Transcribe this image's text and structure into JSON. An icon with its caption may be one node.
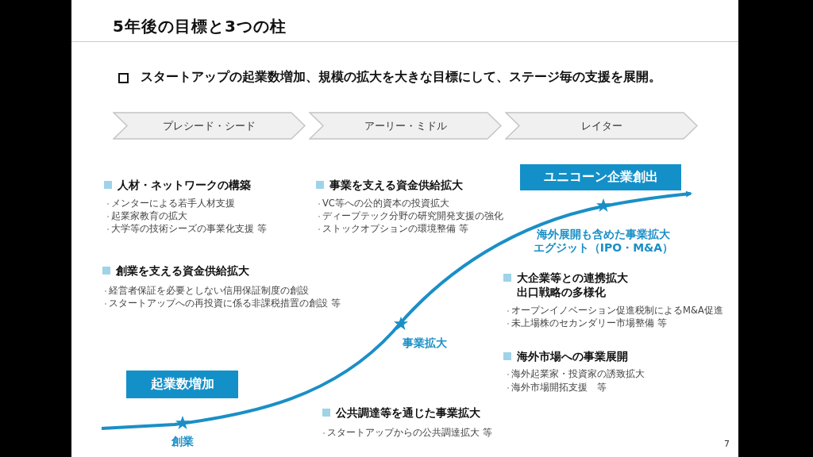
{
  "diagram": {
    "title": "5年後の目標と3つの柱",
    "nodes": [
      {
        "text": [
          "プレシード・シード"
        ]
      },
      {
        "text": [
          "アーリー・ミドル"
        ]
      },
      {
        "text": [
          "レイター"
        ]
      },
      {
        "text": [
          "ユニコーン企業創出"
        ]
      },
      {
        "text": [
          "起業数増加"
        ]
      }
    ],
    "labels": [
      "スタートアップの起業数増加、規模の拡大を大きな目標にして、ステージ毎の支援を展開。",
      "人材・ネットワークの構築",
      "メンターによる若手人材支援",
      "起業家教育の拡大",
      "大学等の技術シーズの事業化支援 等",
      "事業を支える資金供給拡大",
      "VC等への公的資本の投資拡大",
      "ディープテック分野の研究開発支援の強化",
      "ストックオプションの環境整備 等",
      "海外展開も含めた事業拡大エグジット（IPO・M&A）",
      "創業を支える資金供給拡大",
      "経営者保証を必要としない信用保証制度の創設",
      "スタートアップへの再投資に係る非課税措置の創設 等",
      "大企業等との連携拡大出口戦略の多様化",
      "オープンイノベーション促進税制によるM&A促進",
      "未上場株のセカンダリー市場整備 等",
      "事業拡大",
      "海外市場への事業展開",
      "海外起業家・投資家の誘致拡大",
      "海外市場開拓支援　等",
      "公共調達等を通じた事業拡大",
      "スタートアップからの公共調達拡大 等",
      "創業",
      "7"
    ]
  }
}
